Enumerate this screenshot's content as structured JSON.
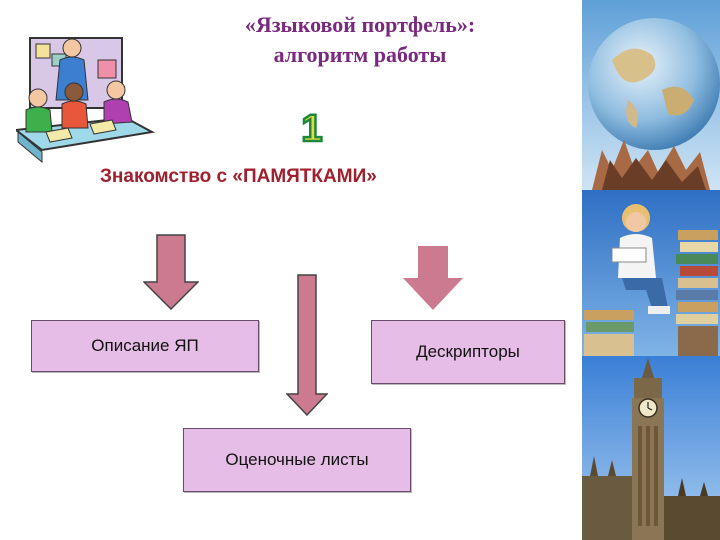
{
  "title": {
    "line1": "«Языковой портфель»:",
    "line2": "алгоритм  работы"
  },
  "step_number": "1",
  "subtitle": "Знакомство  с  «ПАМЯТКАМИ»",
  "boxes": {
    "description": "Описание  ЯП",
    "descriptors": "Дескрипторы",
    "evaluation": "Оценочные  листы"
  },
  "colors": {
    "title": "#7a2a7e",
    "subtitle": "#a0202e",
    "box_fill": "#e6bde6",
    "arrow_fill": "#cc7a90",
    "number_fill": "#e8d840",
    "number_outline": "#1a8a3a"
  },
  "images": [
    "classroom-clipart",
    "globe-hands-photo",
    "girl-reading-books-photo",
    "big-ben-photo"
  ]
}
